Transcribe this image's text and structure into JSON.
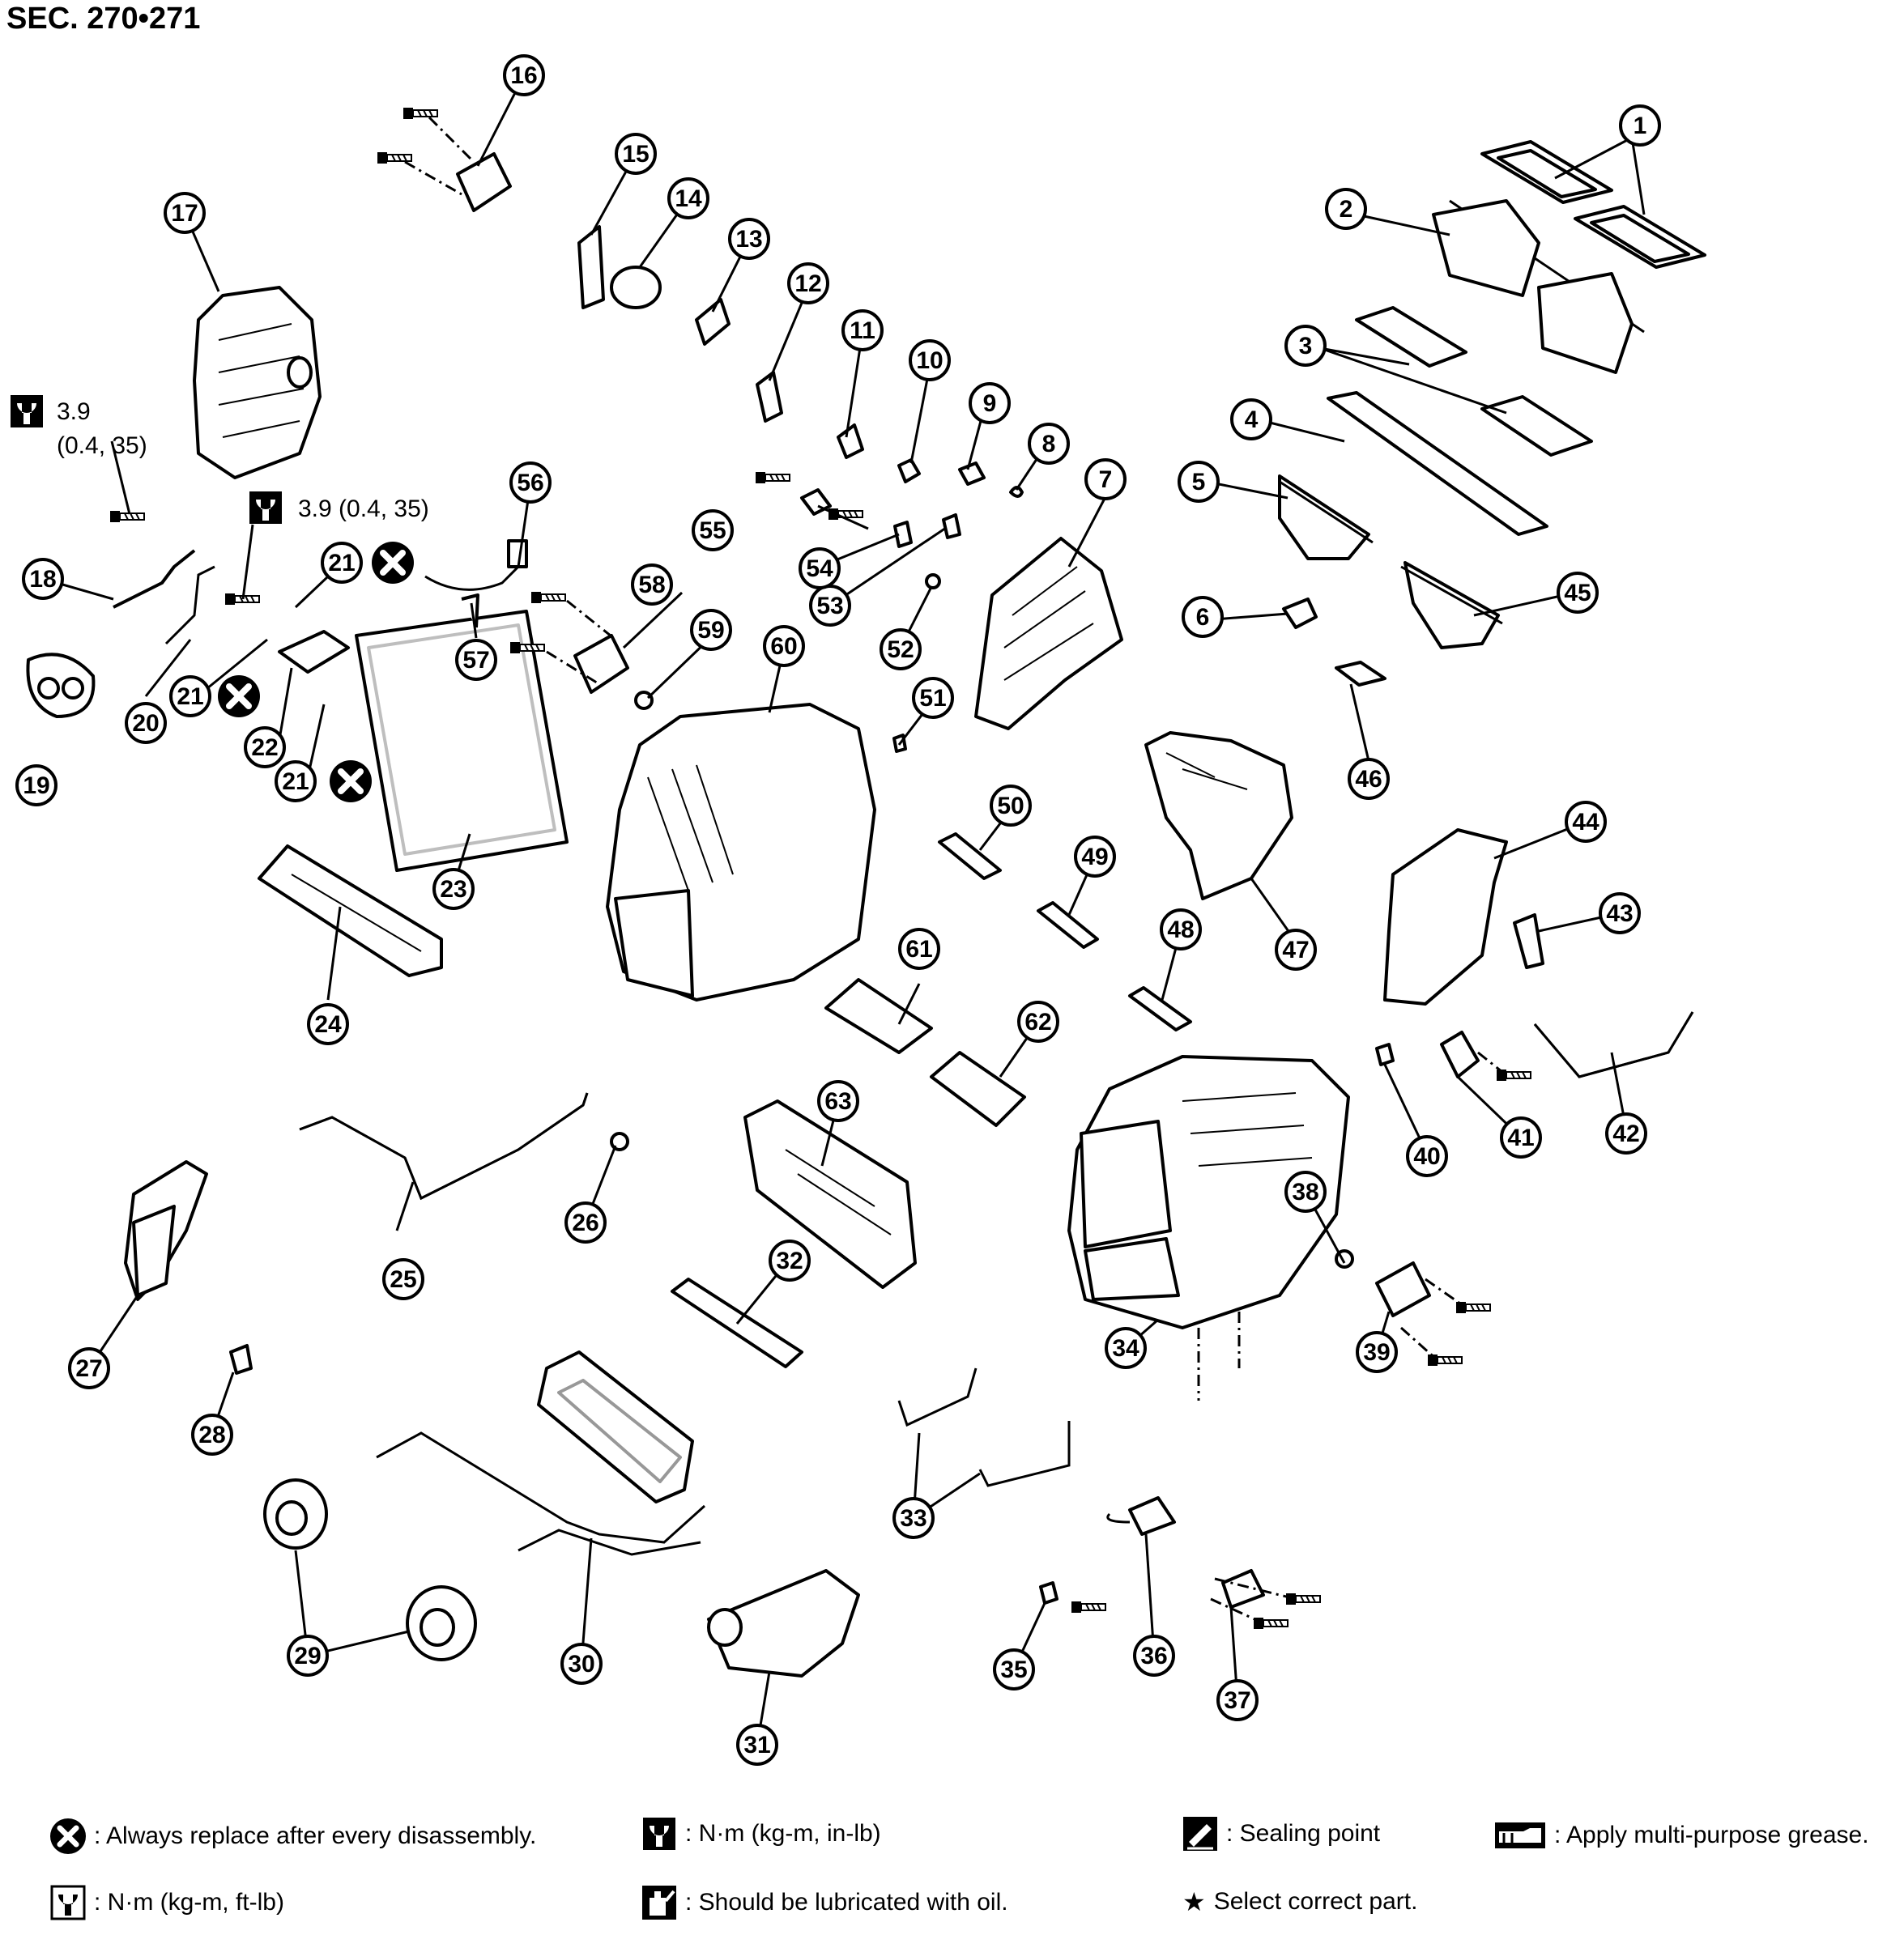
{
  "section_title": "SEC. 270•271",
  "torque_spec_a_line1": "3.9",
  "torque_spec_a_line2": "(0.4, 35)",
  "torque_spec_b": "3.9 (0.4, 35)",
  "callouts": [
    "1",
    "2",
    "3",
    "4",
    "5",
    "6",
    "7",
    "8",
    "9",
    "10",
    "11",
    "12",
    "13",
    "14",
    "15",
    "16",
    "17",
    "18",
    "19",
    "20",
    "21",
    "22",
    "23",
    "24",
    "25",
    "26",
    "27",
    "28",
    "29",
    "30",
    "31",
    "32",
    "33",
    "34",
    "35",
    "36",
    "37",
    "38",
    "39",
    "40",
    "41",
    "42",
    "43",
    "44",
    "45",
    "46",
    "47",
    "48",
    "49",
    "50",
    "51",
    "52",
    "53",
    "54",
    "55",
    "56",
    "57",
    "58",
    "59",
    "60",
    "61",
    "62",
    "63"
  ],
  "legend": {
    "replace": ": Always replace after every disassembly.",
    "torque_in_lb": ": N·m (kg-m, in-lb)",
    "sealing": ": Sealing point",
    "grease": ": Apply multi-purpose grease.",
    "torque_ft_lb": ": N·m (kg-m, ft-lb)",
    "oil": ": Should be lubricated with oil.",
    "select": "Select correct part."
  },
  "icons": {
    "replace": "x-circle-icon",
    "torque_in_lb": "torque-wrench-in-lb-icon",
    "torque_ft_lb": "torque-wrench-ft-lb-icon",
    "sealing": "sealing-point-icon",
    "grease": "grease-icon",
    "oil": "oil-can-icon",
    "select": "star-icon"
  },
  "colors": {
    "ink": "#000000",
    "paper": "#ffffff"
  }
}
